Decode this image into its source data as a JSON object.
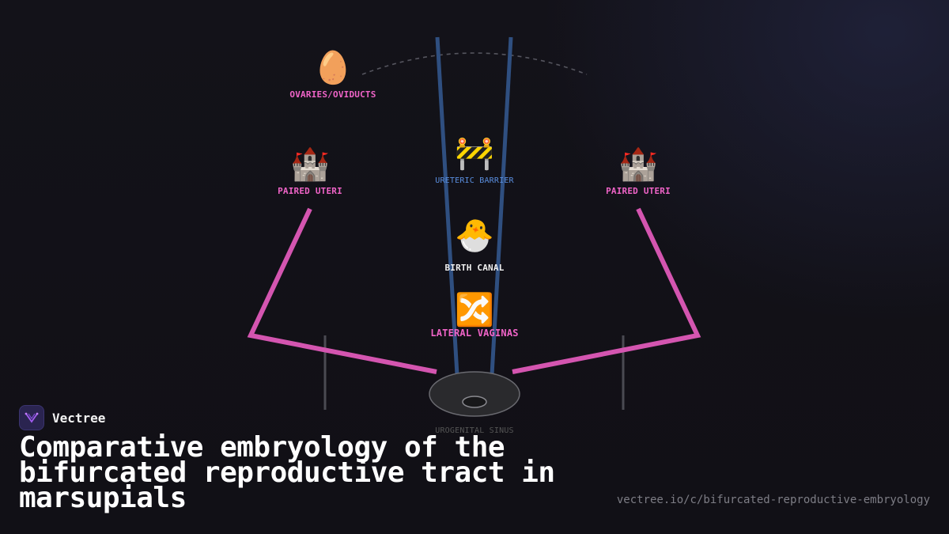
{
  "brand": {
    "name": "Vectree",
    "logo_icon": "vectree-logo-icon"
  },
  "title": "Comparative embryology of the bifurcated reproductive tract in marsupials",
  "url": "vectree.io/c/bifurcated-reproductive-embryology",
  "colors": {
    "pink": "#d455b0",
    "blue": "#2f4f80",
    "background": "#121118"
  },
  "nodes": {
    "ovaries": {
      "label": "OVARIES/OVIDUCTS",
      "icon": "egg-icon",
      "glyph": "🥚"
    },
    "uteri_left": {
      "label": "PAIRED UTERI",
      "icon": "castle-icon",
      "glyph": "🏰"
    },
    "uteri_right": {
      "label": "PAIRED UTERI",
      "icon": "castle-icon",
      "glyph": "🏰"
    },
    "ureteric": {
      "label": "URETERIC BARRIER",
      "icon": "construction-barrier-icon",
      "glyph": "🚧"
    },
    "birth_canal": {
      "label": "BIRTH CANAL",
      "icon": "hatching-chick-icon",
      "glyph": "🐣"
    },
    "lateral_vaginas": {
      "label": "LATERAL VAGINAS",
      "icon": "shuffle-icon",
      "glyph": "🔀"
    },
    "urogenital_sinus": {
      "label": "UROGENITAL SINUS",
      "icon": "sinus-disc-icon"
    }
  }
}
